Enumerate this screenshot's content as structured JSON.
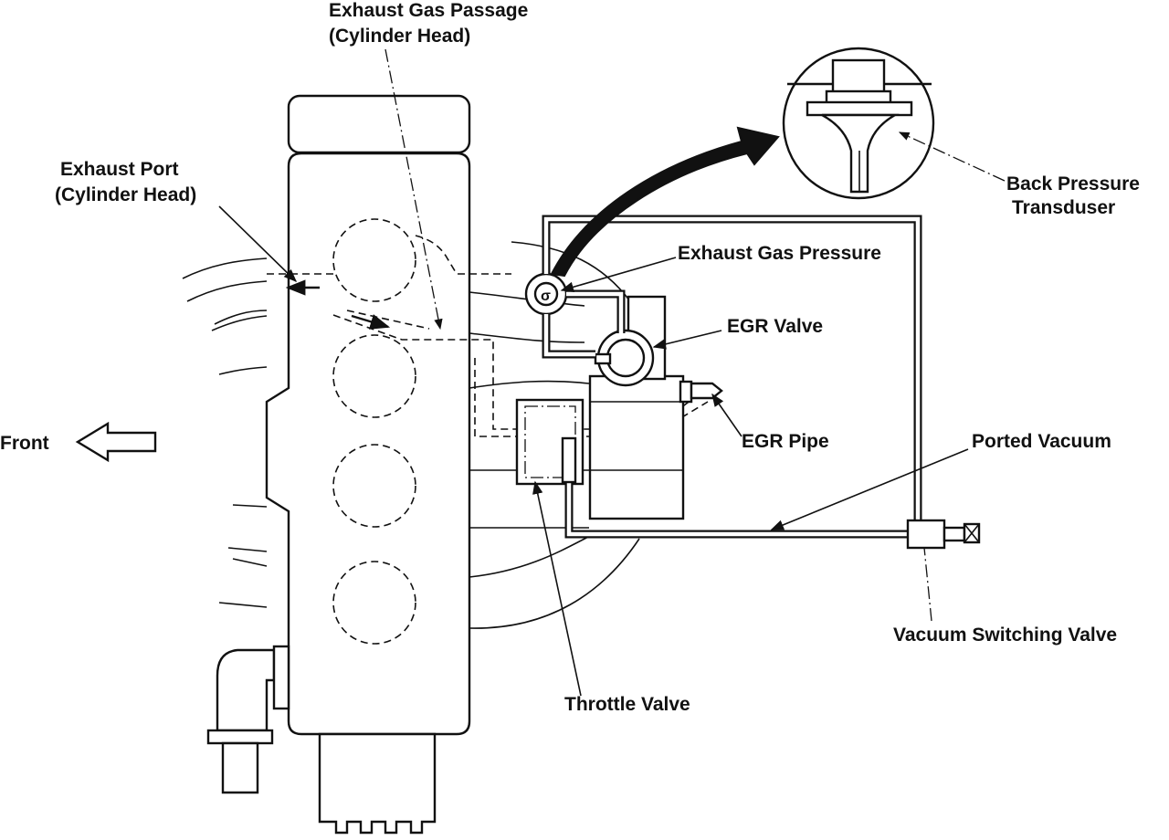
{
  "labels": {
    "exhaust_gas_passage_line1": "Exhaust Gas Passage",
    "exhaust_gas_passage_line2": "(Cylinder Head)",
    "exhaust_port_line1": "Exhaust Port",
    "exhaust_port_line2": "(Cylinder Head)",
    "back_pressure_line1": "Back Pressure",
    "back_pressure_line2": "Transduser",
    "exhaust_gas_pressure": "Exhaust Gas Pressure",
    "egr_valve": "EGR Valve",
    "egr_pipe": "EGR Pipe",
    "ported_vacuum": "Ported Vacuum",
    "front": "Front",
    "vacuum_switching_valve": "Vacuum Switching Valve",
    "throttle_valve": "Throttle Valve"
  },
  "colors": {
    "ink": "#111111",
    "paper": "#ffffff"
  }
}
